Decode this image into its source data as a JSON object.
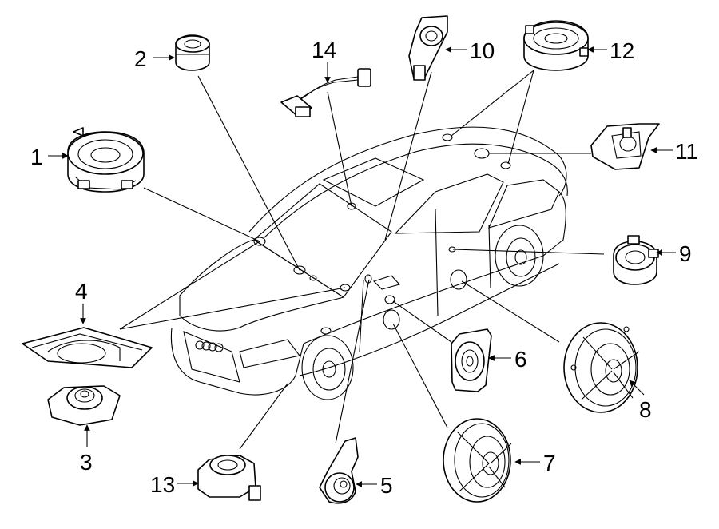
{
  "callouts": [
    {
      "id": "1",
      "text": "1"
    },
    {
      "id": "2",
      "text": "2"
    },
    {
      "id": "3",
      "text": "3"
    },
    {
      "id": "4",
      "text": "4"
    },
    {
      "id": "5",
      "text": "5"
    },
    {
      "id": "6",
      "text": "6"
    },
    {
      "id": "7",
      "text": "7"
    },
    {
      "id": "8",
      "text": "8"
    },
    {
      "id": "9",
      "text": "9"
    },
    {
      "id": "10",
      "text": "10"
    },
    {
      "id": "11",
      "text": "11"
    },
    {
      "id": "12",
      "text": "12"
    },
    {
      "id": "13",
      "text": "13"
    },
    {
      "id": "14",
      "text": "14"
    }
  ],
  "vehicle": {
    "icon": "sedan-outline-icon"
  },
  "colors": {
    "ink": "#000000",
    "paper": "#ffffff"
  }
}
